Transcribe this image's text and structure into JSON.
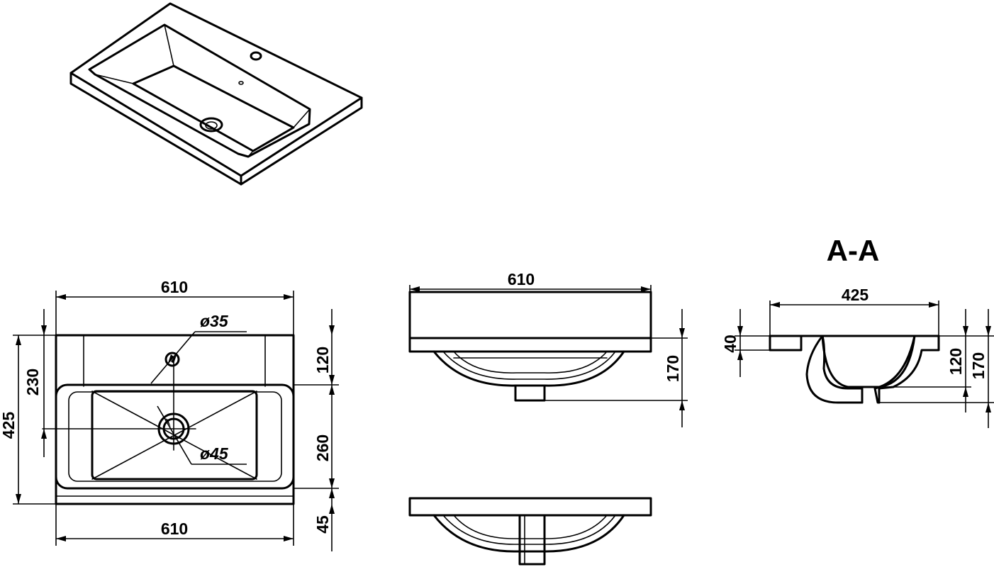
{
  "section_title": "A-A",
  "top_view": {
    "width": "610",
    "bottom_width": "610",
    "total_depth": "425",
    "to_drain_center": "230",
    "back_ledge": "120",
    "basin_depth": "260",
    "front_edge": "45",
    "tap_hole_diameter": "ø35",
    "drain_hole_diameter": "ø45"
  },
  "front_view": {
    "width": "610",
    "height": "170"
  },
  "section_view": {
    "basin_width": "425",
    "rim_thickness": "40",
    "basin_height": "120",
    "total_height": "170"
  }
}
